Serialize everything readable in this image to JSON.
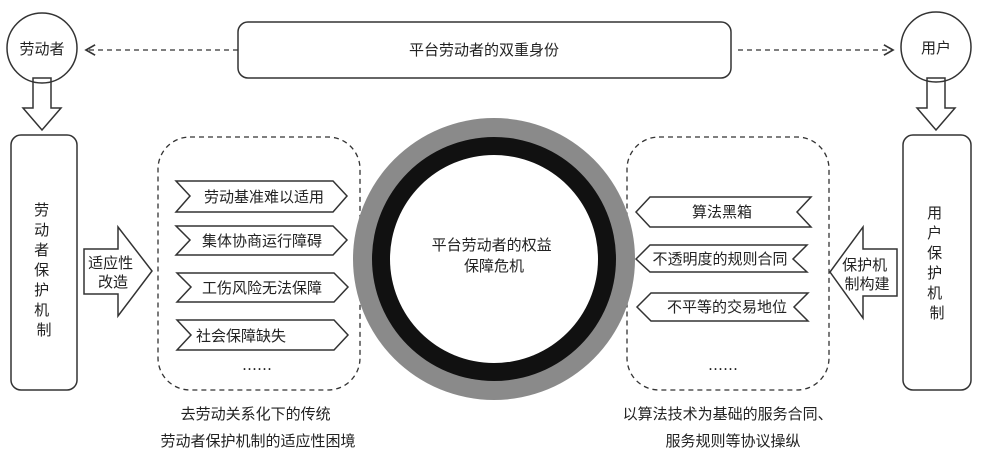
{
  "top": {
    "worker": "劳动者",
    "user": "用户",
    "dual_identity": "平台劳动者的双重身份"
  },
  "left": {
    "mechanism": [
      "劳",
      "动",
      "者",
      "保",
      "护",
      "机",
      "制"
    ],
    "arrow_label": [
      "适应性",
      "改造"
    ],
    "items": [
      "劳动基准难以适用",
      "集体协商运行障碍",
      "工伤风险无法保障",
      "社会保障缺失"
    ],
    "ellipsis": "……",
    "caption": [
      "去劳动关系化下的传统",
      "劳动者保护机制的适应性困境"
    ]
  },
  "center": {
    "crisis": [
      "平台劳动者的权益",
      "保障危机"
    ]
  },
  "right": {
    "mechanism": [
      "用",
      "户",
      "保",
      "护",
      "机",
      "制"
    ],
    "arrow_label": [
      "保护机",
      "制构建"
    ],
    "items": [
      "算法黑箱",
      "不透明度的规则合同",
      "不平等的交易地位"
    ],
    "ellipsis": "……",
    "caption": [
      "以算法技术为基础的服务合同、",
      "服务规则等协议操纵"
    ]
  },
  "colors": {
    "ring_outer": "#8a8a8a",
    "ring_inner": "#111111",
    "stroke": "#333333"
  }
}
